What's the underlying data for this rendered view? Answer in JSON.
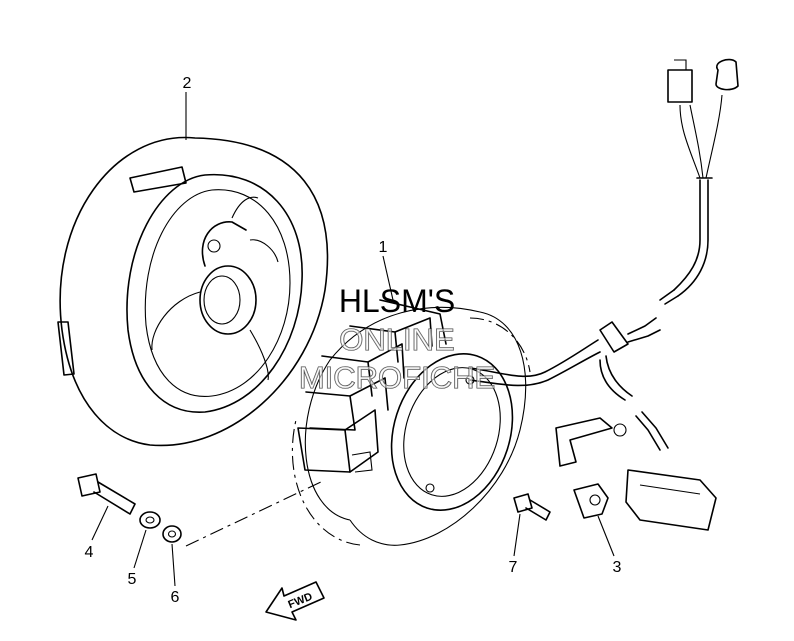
{
  "callouts": {
    "c1": "1",
    "c2": "2",
    "c3": "3",
    "c4": "4",
    "c5": "5",
    "c6": "6",
    "c7": "7"
  },
  "watermark": {
    "line1": "HLSM'S",
    "line2": "ONLINE",
    "line3": "MICROFICHE"
  },
  "direction_arrow": {
    "label": "FWD"
  }
}
